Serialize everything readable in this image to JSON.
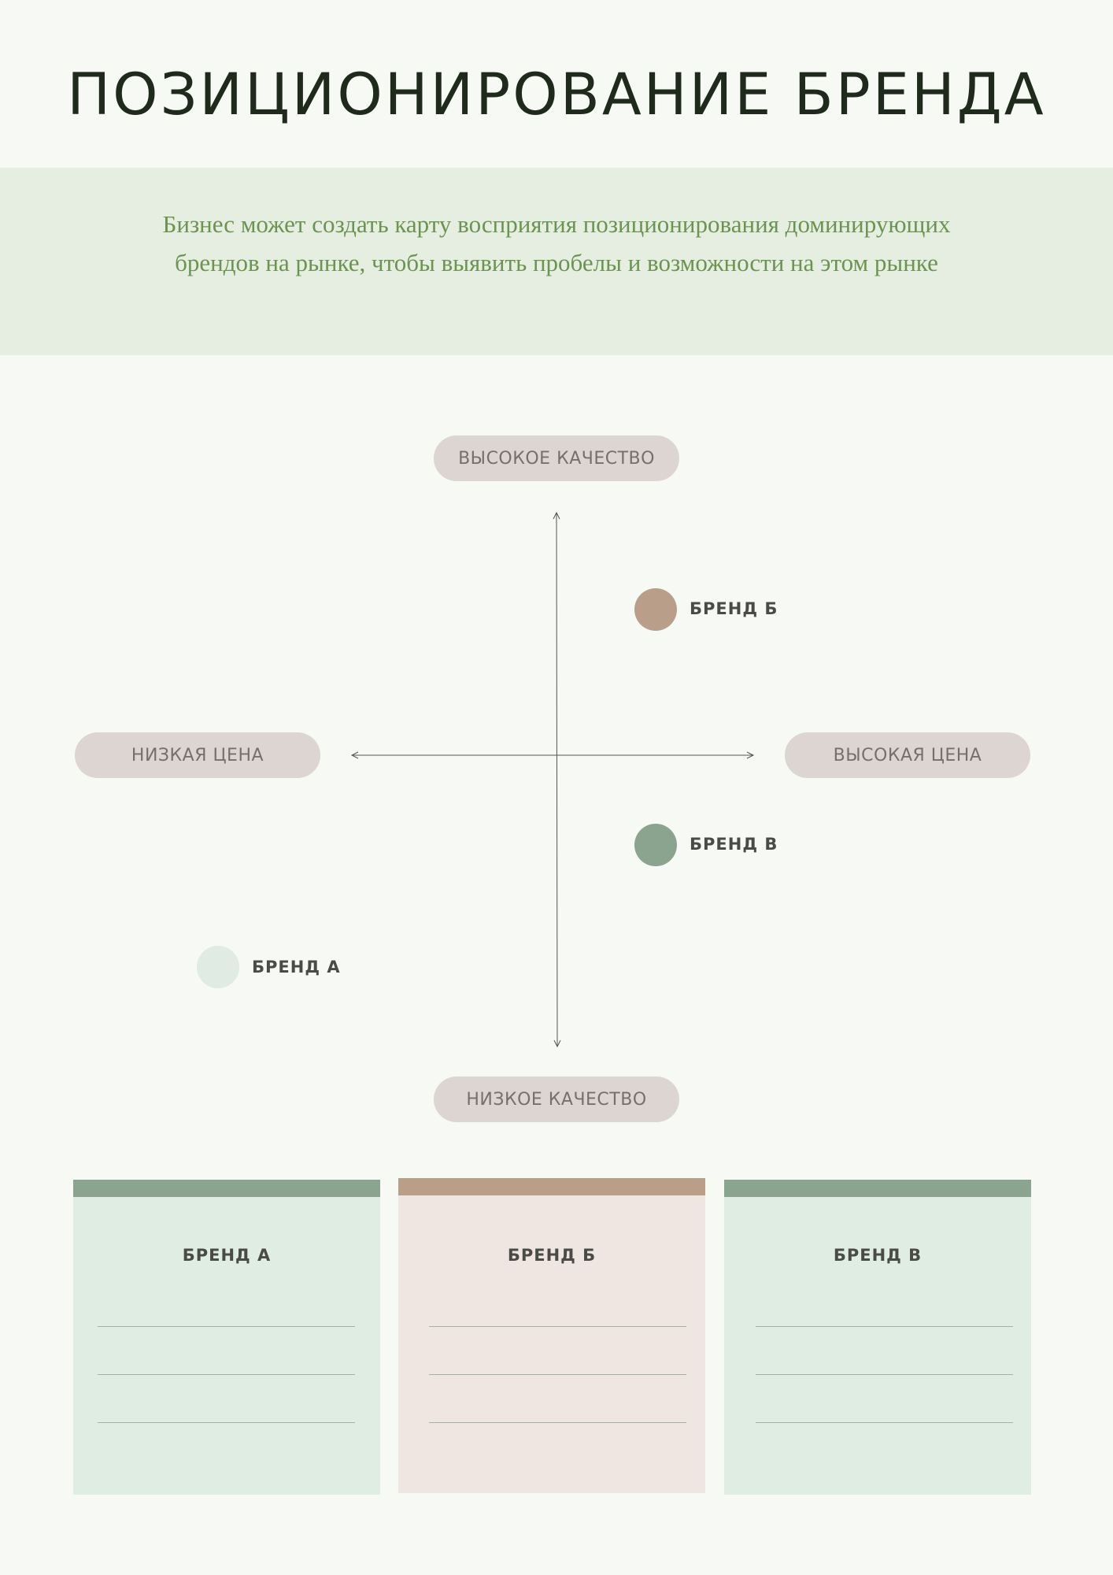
{
  "title": "ПОЗИЦИОНИРОВАНИЕ БРЕНДА",
  "subtitle": "Бизнес может создать карту восприятия позиционирования доминирующих брендов на рынке, чтобы выявить пробелы и возможности на этом рынке",
  "axes": {
    "top": "ВЫСОКОЕ КАЧЕСТВО",
    "bottom": "НИЗКОЕ КАЧЕСТВО",
    "left": "НИЗКАЯ ЦЕНА",
    "right": "ВЫСОКАЯ ЦЕНА"
  },
  "brands": [
    {
      "label": "БРЕНД А",
      "color": "#e0ebe3"
    },
    {
      "label": "БРЕНД Б",
      "color": "#b99f89"
    },
    {
      "label": "БРЕНД В",
      "color": "#8aa490"
    }
  ],
  "cards": [
    {
      "title": "БРЕНД А",
      "bar_color": "#8aa490",
      "bg_color": "#e0ede3"
    },
    {
      "title": "БРЕНД Б",
      "bar_color": "#b99f89",
      "bg_color": "#f0e6e1"
    },
    {
      "title": "БРЕНД В",
      "bar_color": "#8aa490",
      "bg_color": "#e0ede3"
    }
  ]
}
